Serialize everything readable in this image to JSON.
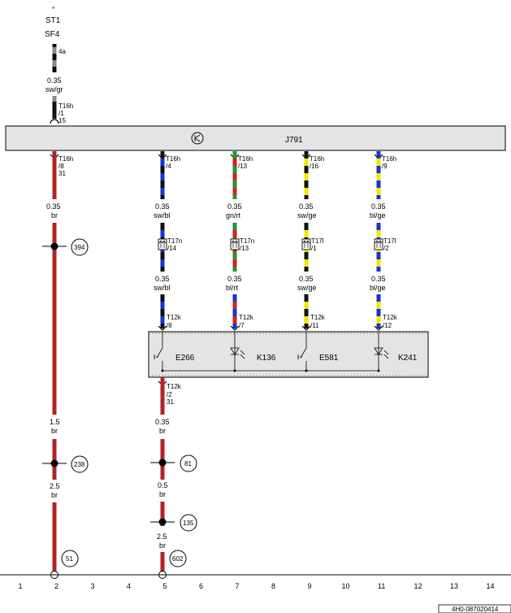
{
  "source": {
    "star": "*",
    "line1": "ST1",
    "line2": "SF4",
    "fuse_label": "4a",
    "gauge": "0.35",
    "color": "sw/gr",
    "conn_name": "T16h",
    "conn_pin": "/1",
    "conn_term": "15"
  },
  "control_unit": {
    "label": "J791"
  },
  "ground_drop": {
    "conn_name": "T16h",
    "conn_pin": "/8",
    "conn_term": "31",
    "gauge": "0.35",
    "color": "br",
    "node1": "394",
    "gauge2": "1.5",
    "color2": "br",
    "node2": "238",
    "gauge3": "2.5",
    "color3": "br",
    "node3": "51"
  },
  "signals": [
    {
      "pin_top": "T16h",
      "pin_top_num": "/4",
      "gauge1": "0.35",
      "color1": "sw/bl",
      "mid_conn": "T17n",
      "mid_pin": "/14",
      "gauge2": "0.35",
      "color2": "sw/bl",
      "bot_conn": "T12k",
      "bot_pin": "/8",
      "colors": [
        "#111111",
        "#1533d6"
      ]
    },
    {
      "pin_top": "T16h",
      "pin_top_num": "/13",
      "gauge1": "0.35",
      "color1": "gn/rt",
      "mid_conn": "T17n",
      "mid_pin": "/13",
      "gauge2": "0.35",
      "color2": "bl/rt",
      "bot_conn": "T12k",
      "bot_pin": "/7",
      "colors": [
        "#1c9a2a",
        "#d81e1e"
      ],
      "colors_lower": [
        "#1533d6",
        "#d81e1e"
      ]
    },
    {
      "pin_top": "T16h",
      "pin_top_num": "/16",
      "gauge1": "0.35",
      "color1": "sw/ge",
      "mid_conn": "T17l",
      "mid_pin": "/1",
      "gauge2": "0.35",
      "color2": "sw/ge",
      "bot_conn": "T12k",
      "bot_pin": "/11",
      "colors": [
        "#111111",
        "#f2e600"
      ]
    },
    {
      "pin_top": "T16h",
      "pin_top_num": "/9",
      "gauge1": "0.35",
      "color1": "bl/ge",
      "mid_conn": "T17l",
      "mid_pin": "/2",
      "gauge2": "0.35",
      "color2": "bl/ge",
      "bot_conn": "T12k",
      "bot_pin": "/12",
      "colors": [
        "#1533d6",
        "#f2e600"
      ]
    }
  ],
  "components": {
    "e266": "E266",
    "k136": "K136",
    "e581": "E581",
    "k241": "K241"
  },
  "switch_ground": {
    "conn_name": "T12k",
    "conn_pin": "/2",
    "conn_term": "31",
    "gauge1": "0.35",
    "color1": "br",
    "node1": "81",
    "gauge2": "0.5",
    "color2": "br",
    "node2": "135",
    "gauge3": "2.5",
    "color3": "br",
    "node3": "602"
  },
  "grid_numbers": [
    "1",
    "2",
    "3",
    "4",
    "5",
    "6",
    "7",
    "8",
    "9",
    "10",
    "11",
    "12",
    "13",
    "14"
  ],
  "doc_id": "4H0-087020414",
  "colors": {
    "brown": "#b22424",
    "black": "#111111",
    "gray": "#888888",
    "box_fill": "#e4e4e4"
  }
}
